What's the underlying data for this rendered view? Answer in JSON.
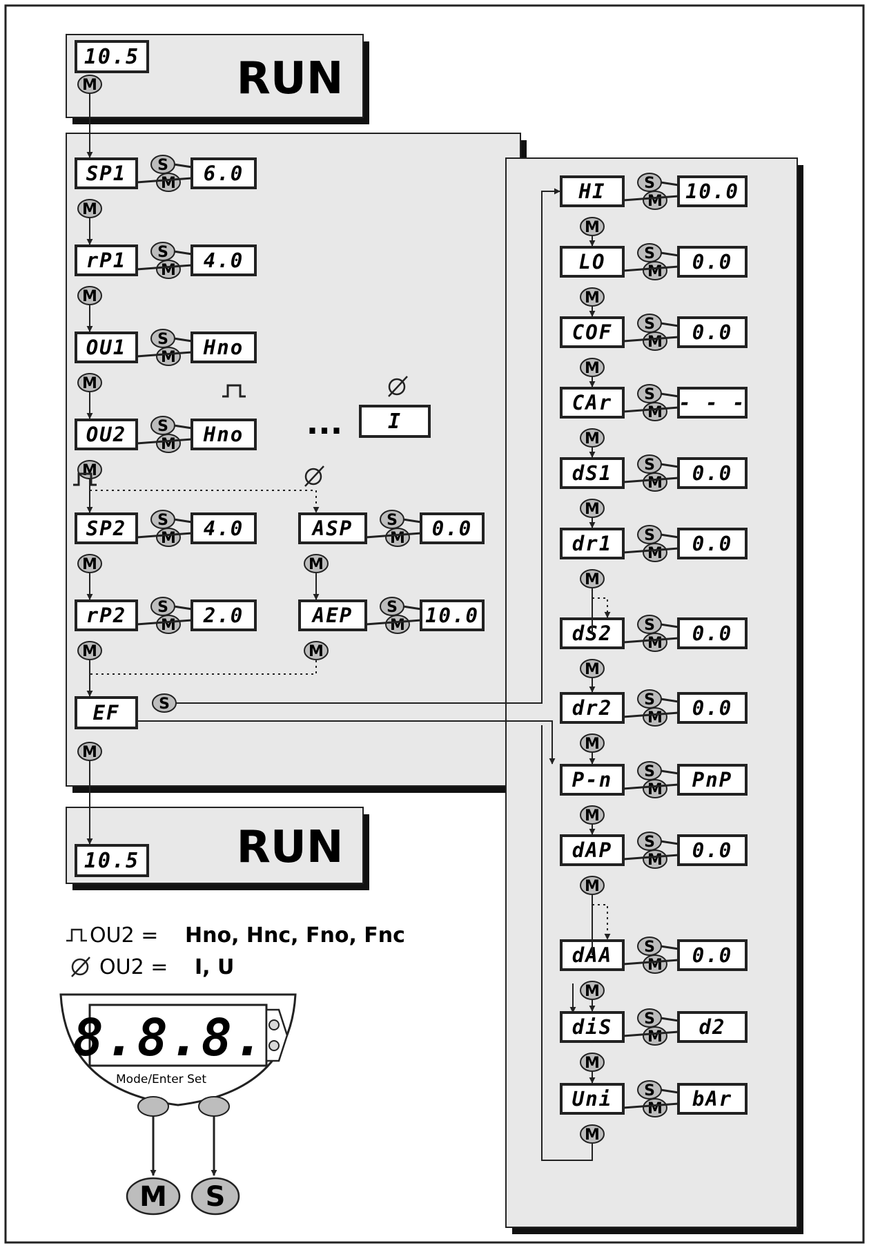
{
  "run": {
    "top_display": "10.5",
    "top_label": "RUN",
    "bottom_display": "10.5",
    "bottom_label": "RUN"
  },
  "keys": {
    "mode": "M",
    "set": "S"
  },
  "left_menu": [
    {
      "param": "SP1",
      "value": "6.0"
    },
    {
      "param": "rP1",
      "value": "4.0"
    },
    {
      "param": "OU1",
      "value": "Hno"
    },
    {
      "param": "OU2",
      "value": "Hno",
      "alt_value": "I",
      "ellipsis": "..."
    }
  ],
  "switch_branch": [
    {
      "param": "SP2",
      "value": "4.0"
    },
    {
      "param": "rP2",
      "value": "2.0"
    }
  ],
  "analog_branch": [
    {
      "param": "ASP",
      "value": "0.0"
    },
    {
      "param": "AEP",
      "value": "10.0"
    }
  ],
  "ef": {
    "param": "EF"
  },
  "right_menu": [
    {
      "param": "HI",
      "value": "10.0"
    },
    {
      "param": "LO",
      "value": "0.0"
    },
    {
      "param": "COF",
      "value": "0.0"
    },
    {
      "param": "CAr",
      "value": "- - -"
    },
    {
      "param": "dS1",
      "value": "0.0"
    },
    {
      "param": "dr1",
      "value": "0.0"
    },
    {
      "param": "dS2",
      "value": "0.0"
    },
    {
      "param": "dr2",
      "value": "0.0"
    },
    {
      "param": "P-n",
      "value": "PnP"
    },
    {
      "param": "dAP",
      "value": "0.0"
    },
    {
      "param": "dAA",
      "value": "0.0"
    },
    {
      "param": "diS",
      "value": "d2"
    },
    {
      "param": "Uni",
      "value": "bAr"
    }
  ],
  "legend": {
    "switch_label": "OU2 = ",
    "switch_values": "Hno, Hnc, Fno, Fnc",
    "analog_label": "OU2 = ",
    "analog_values": "I, U"
  },
  "device": {
    "display": "8.8.8.",
    "button_label": "Mode/Enter Set"
  }
}
